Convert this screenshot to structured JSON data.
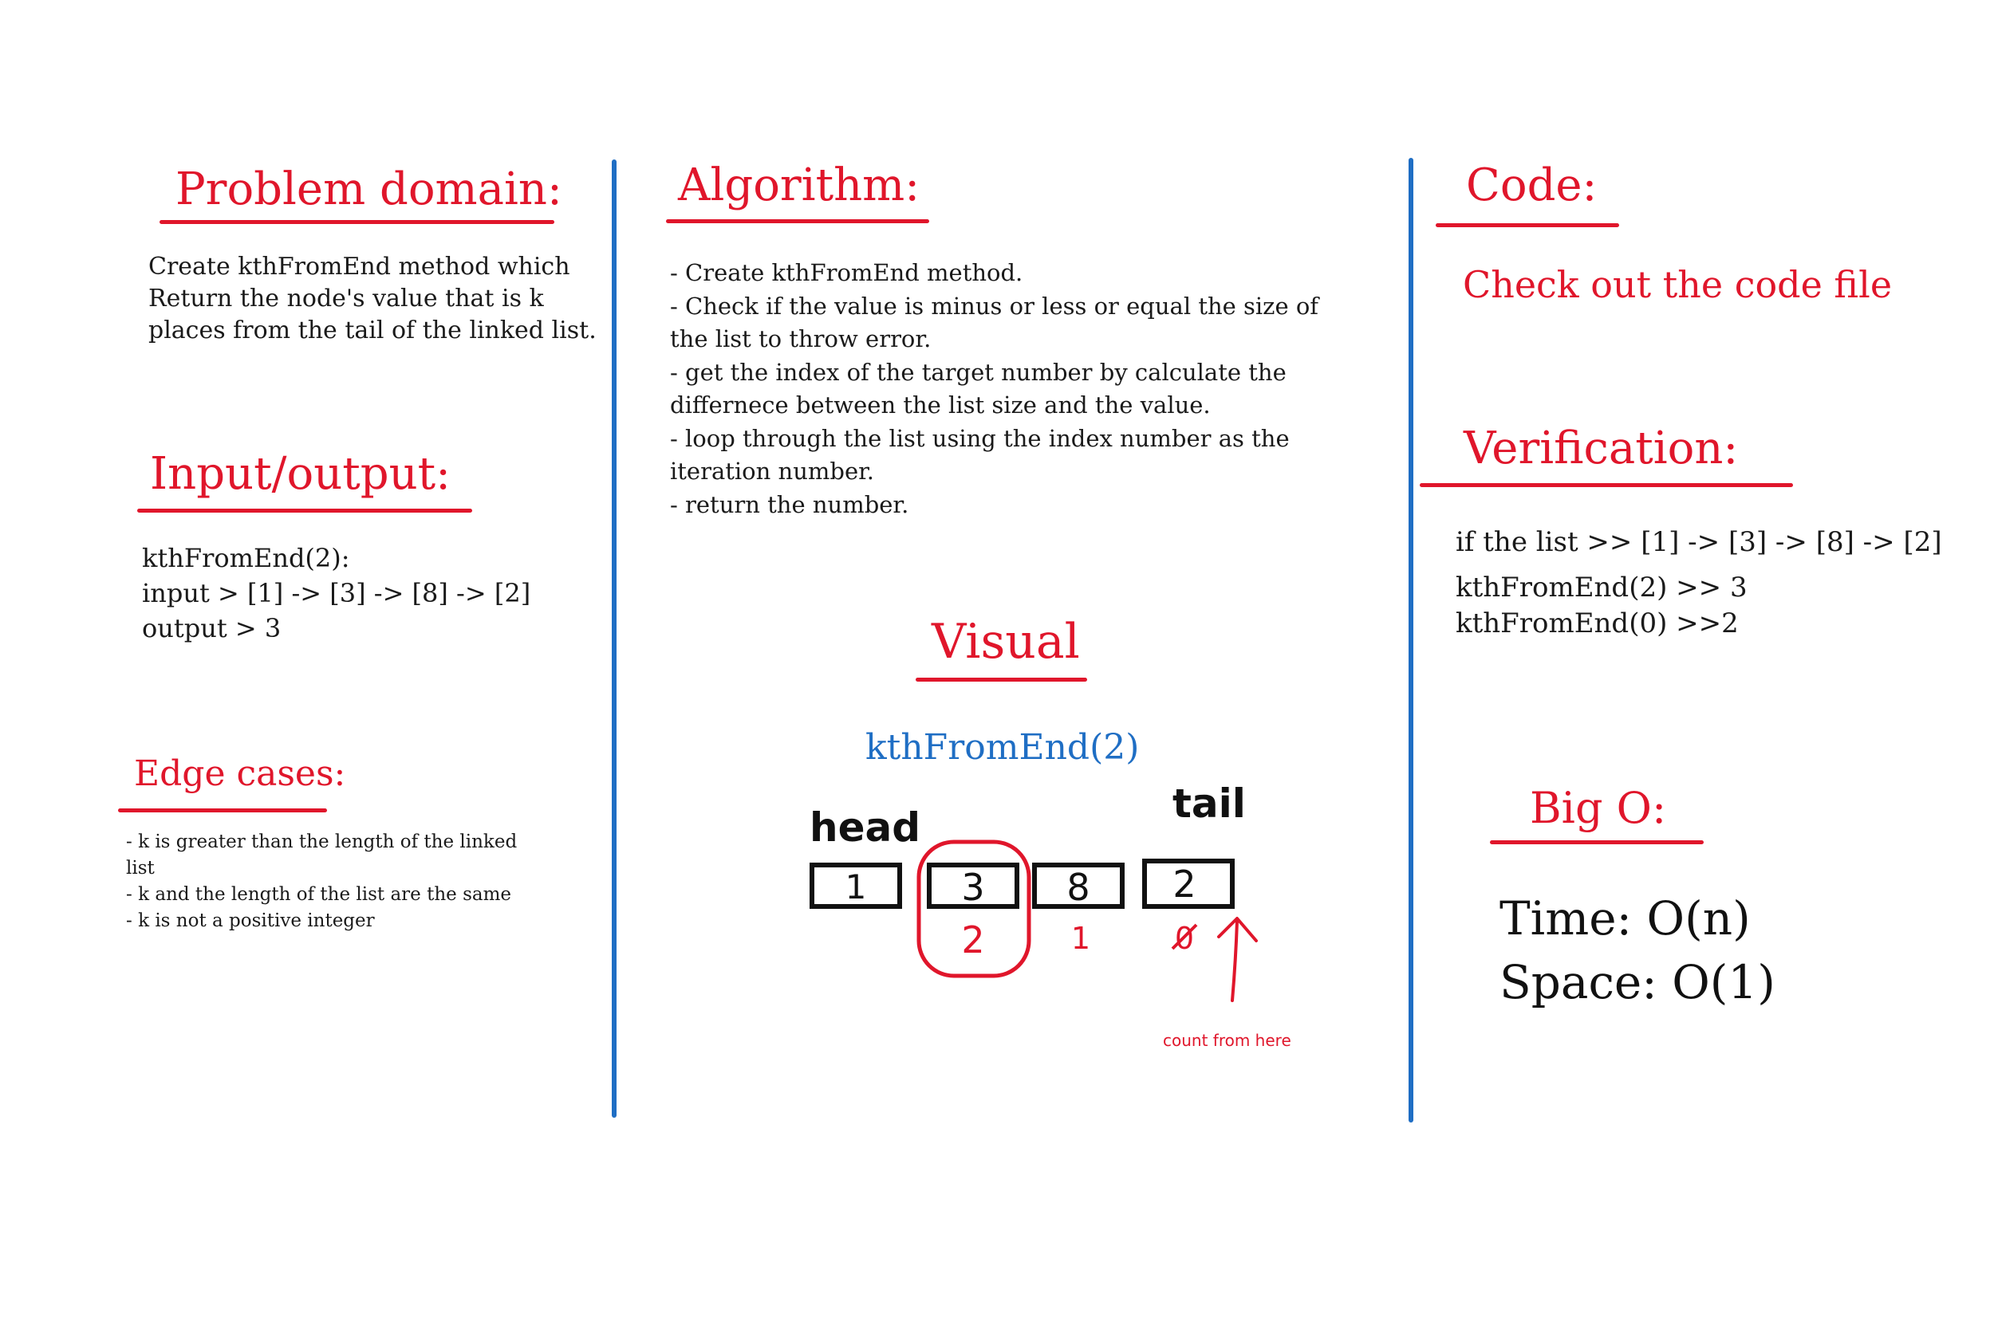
{
  "problem_domain": {
    "heading": "Problem domain:",
    "lines": [
      "Create kthFromEnd method which",
      "Return the node's value that is k",
      "places from the tail of the linked list."
    ]
  },
  "input_output": {
    "heading": "Input/output:",
    "lines": [
      "kthFromEnd(2):",
      "input >  [1] -> [3] -> [8] -> [2]",
      "output > 3"
    ]
  },
  "edge_cases": {
    "heading": "Edge cases:",
    "lines": [
      "- k is greater than the length of the linked",
      "list",
      "- k and the length of the list are the same",
      "- k is not a positive integer"
    ]
  },
  "algorithm": {
    "heading": "Algorithm:",
    "lines": [
      "- Create kthFromEnd method.",
      "- Check if the value is minus or less or equal the size of",
      "the list to throw error.",
      "- get the index of the target number by calculate the",
      "differnece between the list size and the value.",
      "- loop through the list using the index number as the",
      "iteration number.",
      "- return the number."
    ]
  },
  "visual": {
    "heading": "Visual",
    "call": "kthFromEnd(2)",
    "head_label": "head",
    "tail_label": "tail",
    "nodes": [
      "1",
      "3",
      "8",
      "2"
    ],
    "indices": [
      "2",
      "1",
      "0"
    ],
    "count_note": "count from here",
    "colors": {
      "accent": "#e0162b",
      "blue": "#1f6ec4",
      "ink": "#111111"
    }
  },
  "code": {
    "heading": "Code:",
    "text": "Check out the code file"
  },
  "verification": {
    "heading": "Verification:",
    "lines": [
      "if the list >> [1] -> [3] -> [8] -> [2]",
      "",
      "kthFromEnd(2) >> 3",
      "kthFromEnd(0) >>2"
    ]
  },
  "big_o": {
    "heading": "Big O:",
    "time": "Time: O(n)",
    "space": "Space: O(1)"
  }
}
